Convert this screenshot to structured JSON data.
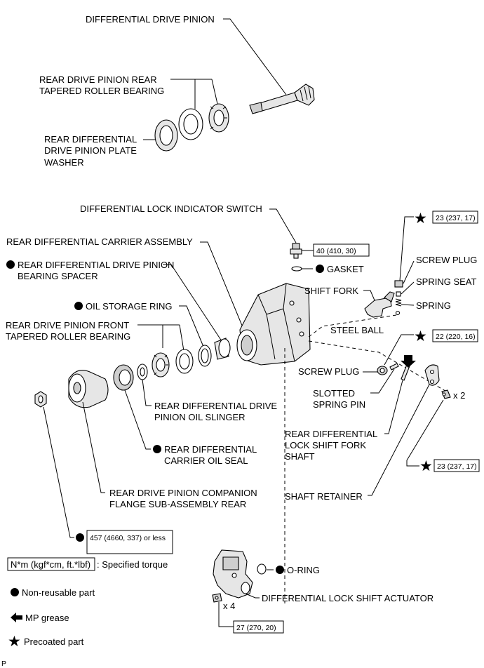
{
  "labels": {
    "differential_drive_pinion": "DIFFERENTIAL DRIVE PINION",
    "rear_bearing_l1": "REAR DRIVE PINION REAR",
    "rear_bearing_l2": "TAPERED ROLLER BEARING",
    "plate_washer_l1": "REAR DIFFERENTIAL",
    "plate_washer_l2": "DRIVE PINION PLATE",
    "plate_washer_l3": "WASHER",
    "lock_indicator_switch": "DIFFERENTIAL LOCK INDICATOR SWITCH",
    "carrier_assembly": "REAR DIFFERENTIAL CARRIER ASSEMBLY",
    "bearing_spacer_l1": "REAR DIFFERENTIAL DRIVE PINION",
    "bearing_spacer_l2": "BEARING SPACER",
    "oil_storage_ring": "OIL STORAGE RING",
    "front_bearing_l1": "REAR DRIVE PINION FRONT",
    "front_bearing_l2": "TAPERED ROLLER BEARING",
    "oil_slinger_l1": "REAR DIFFERENTIAL DRIVE",
    "oil_slinger_l2": "PINION OIL SLINGER",
    "oil_seal_l1": "REAR DIFFERENTIAL",
    "oil_seal_l2": "CARRIER OIL SEAL",
    "companion_flange_l1": "REAR DRIVE PINION COMPANION",
    "companion_flange_l2": "FLANGE SUB-ASSEMBLY REAR",
    "gasket": "GASKET",
    "screw_plug_top": "SCREW PLUG",
    "spring_seat": "SPRING SEAT",
    "shift_fork": "SHIFT FORK",
    "spring": "SPRING",
    "steel_ball": "STEEL BALL",
    "screw_plug_mid": "SCREW PLUG",
    "slotted_pin_l1": "SLOTTED",
    "slotted_pin_l2": "SPRING PIN",
    "fork_shaft_l1": "REAR DIFFERENTIAL",
    "fork_shaft_l2": "LOCK SHIFT FORK",
    "fork_shaft_l3": "SHAFT",
    "shaft_retainer": "SHAFT RETAINER",
    "o_ring": "O-RING",
    "shift_actuator": "DIFFERENTIAL LOCK SHIFT ACTUATOR",
    "qty_x2": "x 2",
    "qty_x4": "x 4",
    "page_code": "P"
  },
  "torques": {
    "indicator_switch": "40 (410, 30)",
    "screw_plug_top": "23 (237, 17)",
    "screw_plug_mid": "22 (220, 16)",
    "shaft_retainer_bolt": "23 (237, 17)",
    "companion_nut": "457 (4660, 337) or less",
    "actuator_bolt": "27 (270, 20)"
  },
  "legend": {
    "torque_unit": "N*m (kgf*cm, ft.*lbf)",
    "torque_desc": ": Specified torque",
    "non_reusable": "Non-reusable part",
    "mp_grease": "MP grease",
    "precoated": "Precoated part"
  }
}
